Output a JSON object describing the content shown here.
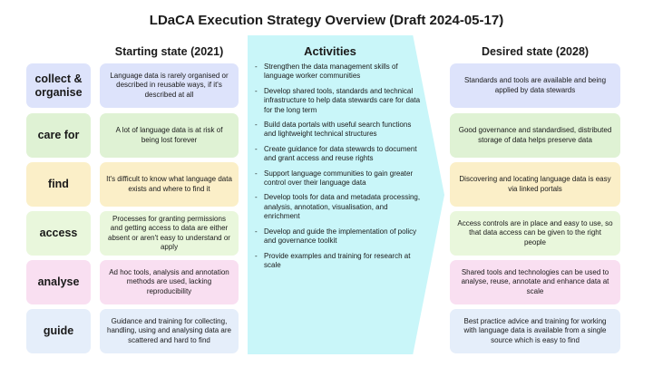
{
  "title": "LDaCA Execution Strategy Overview (Draft 2024-05-17)",
  "headers": {
    "starting": "Starting state (2021)",
    "activities": "Activities",
    "desired": "Desired state (2028)"
  },
  "colors": {
    "arrow": "#c9f6f9",
    "collect": "#dde3fb",
    "care": "#dff2d4",
    "find": "#fbefc8",
    "access": "#e9f7dc",
    "analyse": "#f9dff1",
    "guide": "#e5eefa"
  },
  "rows": [
    {
      "label": "collect & organise",
      "start": "Language data is rarely organised or described in reusable ways, if it's described at all",
      "desired": "Standards and tools are available and being applied by data stewards"
    },
    {
      "label": "care for",
      "start": "A lot of language data is at risk of being lost forever",
      "desired": "Good governance and standardised, distributed storage of data helps preserve data"
    },
    {
      "label": "find",
      "start": "It's difficult to know what language data exists and where to find it",
      "desired": "Discovering and locating language data is easy via linked portals"
    },
    {
      "label": "access",
      "start": "Processes for granting permissions and getting access to data are either absent or aren't easy to understand or apply",
      "desired": "Access controls are in place and easy to use, so that data access can be given to the right people"
    },
    {
      "label": "analyse",
      "start": "Ad hoc tools, analysis and annotation methods are used, lacking reproducibility",
      "desired": "Shared tools and technologies can be used to analyse, reuse, annotate and enhance data at scale"
    },
    {
      "label": "guide",
      "start": "Guidance and training for collecting, handling, using and analysing data are scattered and hard to find",
      "desired": "Best practice advice and training for working with language data is available from a single source which is easy to find"
    }
  ],
  "activities": [
    "Strengthen the data management skills of language worker communities",
    "Develop shared tools, standards and technical infrastructure to help data stewards care for data for the long term",
    "Build data portals with useful search functions and lightweight technical structures",
    "Create guidance for data stewards to document and grant access and reuse rights",
    "Support language communities to gain greater control over their language data",
    "Develop tools for data and metadata processing, analysis, annotation, visualisation, and enrichment",
    "Develop and guide the implementation of policy and governance toolkit",
    "Provide examples and training for research at scale"
  ]
}
